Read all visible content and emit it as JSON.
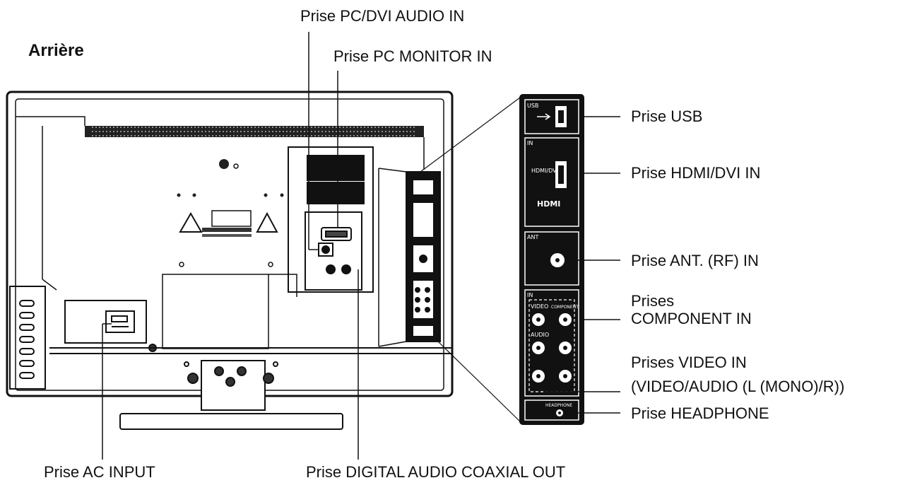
{
  "title": "Arrière",
  "labels": {
    "pc_dvi_audio_in": "Prise PC/DVI AUDIO IN",
    "pc_monitor_in": "Prise PC MONITOR IN",
    "usb": "Prise USB",
    "hdmi_dvi_in": "Prise HDMI/DVI IN",
    "ant_rf_in": "Prise ANT. (RF) IN",
    "component_in_line1": "Prises",
    "component_in_line2": "COMPONENT IN",
    "video_in_line1": "Prises VIDEO IN",
    "video_in_line2": "(VIDEO/AUDIO (L (MONO)/R))",
    "headphone": "Prise HEADPHONE",
    "ac_input": "Prise AC INPUT",
    "digital_audio_coaxial_out": "Prise DIGITAL AUDIO COAXIAL OUT"
  },
  "panel_text": {
    "usb": "USB",
    "in": "IN",
    "hdmi_dvi": "HDMI/DVI",
    "hdmi_logo": "HDMI",
    "ant": "ANT",
    "in2": "IN",
    "video": "VIDEO",
    "component": "COMPONENT",
    "audio": "AUDIO",
    "headphone": "HEADPHONE"
  }
}
